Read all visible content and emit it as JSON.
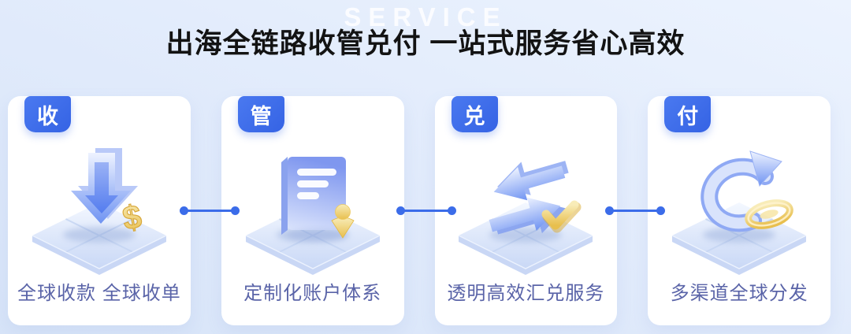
{
  "header": {
    "watermark": "SERVICE",
    "title": "出海全链路收管兑付 一站式服务省心高效"
  },
  "cards": [
    {
      "badge": "收",
      "label": "全球收款 全球收单",
      "icon": "receive-download-coin-icon"
    },
    {
      "badge": "管",
      "label": "定制化账户体系",
      "icon": "manage-account-panel-icon"
    },
    {
      "badge": "兑",
      "label": "透明高效汇兑服务",
      "icon": "exchange-swap-arrows-icon"
    },
    {
      "badge": "付",
      "label": "多渠道全球分发",
      "icon": "payout-distribution-arrow-icon"
    }
  ],
  "colors": {
    "accent_blue": "#3b6ce9",
    "card_background": "#ffffff",
    "page_background": "#dfe9fb",
    "label_text": "#5a64a8",
    "title_text": "#131313",
    "watermark_text": "#ffffff",
    "gold_accent": "#e8bf4e"
  }
}
